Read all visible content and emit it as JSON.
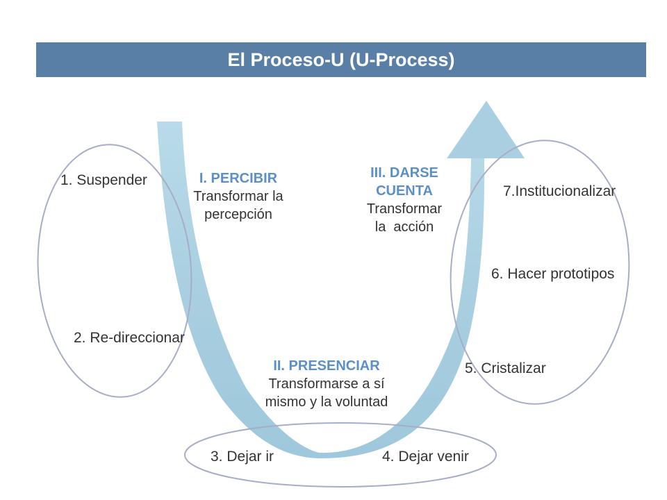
{
  "title": "El Proceso-U (U-Process)",
  "phases": [
    {
      "heading": "I. PERCIBIR",
      "lines": [
        "Transformar la",
        "percepción"
      ]
    },
    {
      "heading": "II. PRESENCIAR",
      "lines": [
        "Transformarse a sí",
        "mismo y la voluntad"
      ]
    },
    {
      "heading_lines": [
        "III. DARSE",
        "CUENTA"
      ],
      "lines": [
        "Transformar",
        "la  acción"
      ]
    }
  ],
  "steps": [
    "1. Suspender",
    "2. Re-direccionar",
    "3. Dejar ir",
    "4. Dejar venir",
    "5. Cristalizar",
    "6. Hacer prototipos",
    "7.Institucionalizar"
  ],
  "colors": {
    "title_bar": "#5a7fa6",
    "arrow": "#a9cfe0",
    "ellipse_stroke": "#a7adc6",
    "phase_heading": "#5b8fc7",
    "text": "#333333"
  }
}
